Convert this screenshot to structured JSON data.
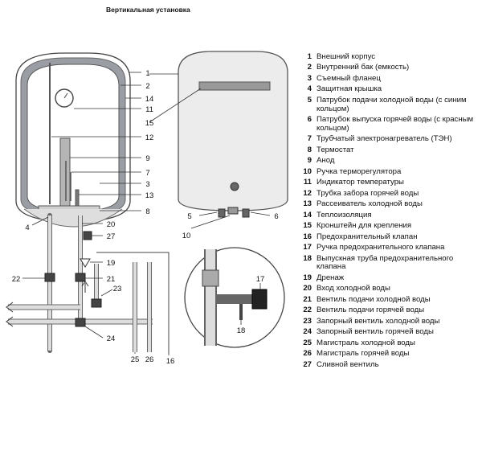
{
  "title": "Вертикальная установка",
  "callouts": [
    "1",
    "2",
    "14",
    "11",
    "15",
    "12",
    "9",
    "7",
    "3",
    "13",
    "8",
    "4",
    "20",
    "27",
    "19",
    "22",
    "21",
    "23",
    "24",
    "25",
    "26",
    "16",
    "5",
    "6",
    "10",
    "17",
    "18"
  ],
  "legend": [
    {
      "num": "1",
      "text": "Внешний корпус"
    },
    {
      "num": "2",
      "text": "Внутренний бак (емкость)"
    },
    {
      "num": "3",
      "text": "Съемный фланец"
    },
    {
      "num": "4",
      "text": "Защитная крышка"
    },
    {
      "num": "5",
      "text": "Патрубок подачи холодной воды (с синим кольцом)"
    },
    {
      "num": "6",
      "text": "Патрубок выпуска горячей воды (с красным кольцом)"
    },
    {
      "num": "7",
      "text": "Трубчатый электронагреватель (ТЭН)"
    },
    {
      "num": "8",
      "text": "Термостат"
    },
    {
      "num": "9",
      "text": "Анод"
    },
    {
      "num": "10",
      "text": "Ручка терморегулятора"
    },
    {
      "num": "11",
      "text": "Индикатор температуры"
    },
    {
      "num": "12",
      "text": "Трубка забора горячей воды"
    },
    {
      "num": "13",
      "text": "Рассеиватель холодной воды"
    },
    {
      "num": "14",
      "text": "Теплоизоляция"
    },
    {
      "num": "15",
      "text": "Кронштейн для крепления"
    },
    {
      "num": "16",
      "text": "Предохранительный клапан"
    },
    {
      "num": "17",
      "text": "Ручка предохранительного клапана"
    },
    {
      "num": "18",
      "text": "Выпускная труба предохранительного клапана"
    },
    {
      "num": "19",
      "text": "Дренаж"
    },
    {
      "num": "20",
      "text": "Вход холодной воды"
    },
    {
      "num": "21",
      "text": "Вентиль подачи холодной воды"
    },
    {
      "num": "22",
      "text": "Вентиль подачи горячей воды"
    },
    {
      "num": "23",
      "text": "Запорный вентиль холодной воды"
    },
    {
      "num": "24",
      "text": "Запорный вентиль горячей воды"
    },
    {
      "num": "25",
      "text": "Магистраль холодной воды"
    },
    {
      "num": "26",
      "text": "Магистраль горячей воды"
    },
    {
      "num": "27",
      "text": "Сливной вентиль"
    }
  ]
}
